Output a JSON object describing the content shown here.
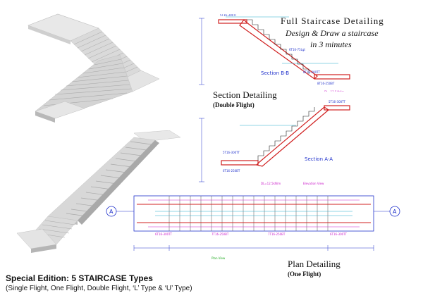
{
  "header": {
    "title": "Full Staircase Detailing",
    "tagline_line1": "Design & Draw a staircase",
    "tagline_line2": "in 3 minutes"
  },
  "section_detailing": {
    "title": "Section Detailing",
    "subtitle": "(Double Flight)"
  },
  "plan_detailing": {
    "title": "Plan Detailing",
    "subtitle": "(One Flight)"
  },
  "edition": {
    "title": "Special Edition: 5 STAIRCASE Types",
    "types": "(Single Flight, One Flight, Double Flight, ‘L’ Type & ‘U’ Type)"
  },
  "drawings": {
    "section_bb_label": "Section B-B",
    "section_aa_label": "Section A-A",
    "elevation_label": "Elevation View",
    "plan_view_label": "Plan View",
    "grid_marker": "A"
  },
  "colors": {
    "cad_red": "#d02020",
    "cad_blue": "#2233cc",
    "cad_magenta": "#cc22cc",
    "cad_cyan": "#22aacc",
    "concrete_light": "#e6e6e6",
    "concrete_mid": "#cfcfcf",
    "concrete_dark": "#a9a9a9"
  }
}
